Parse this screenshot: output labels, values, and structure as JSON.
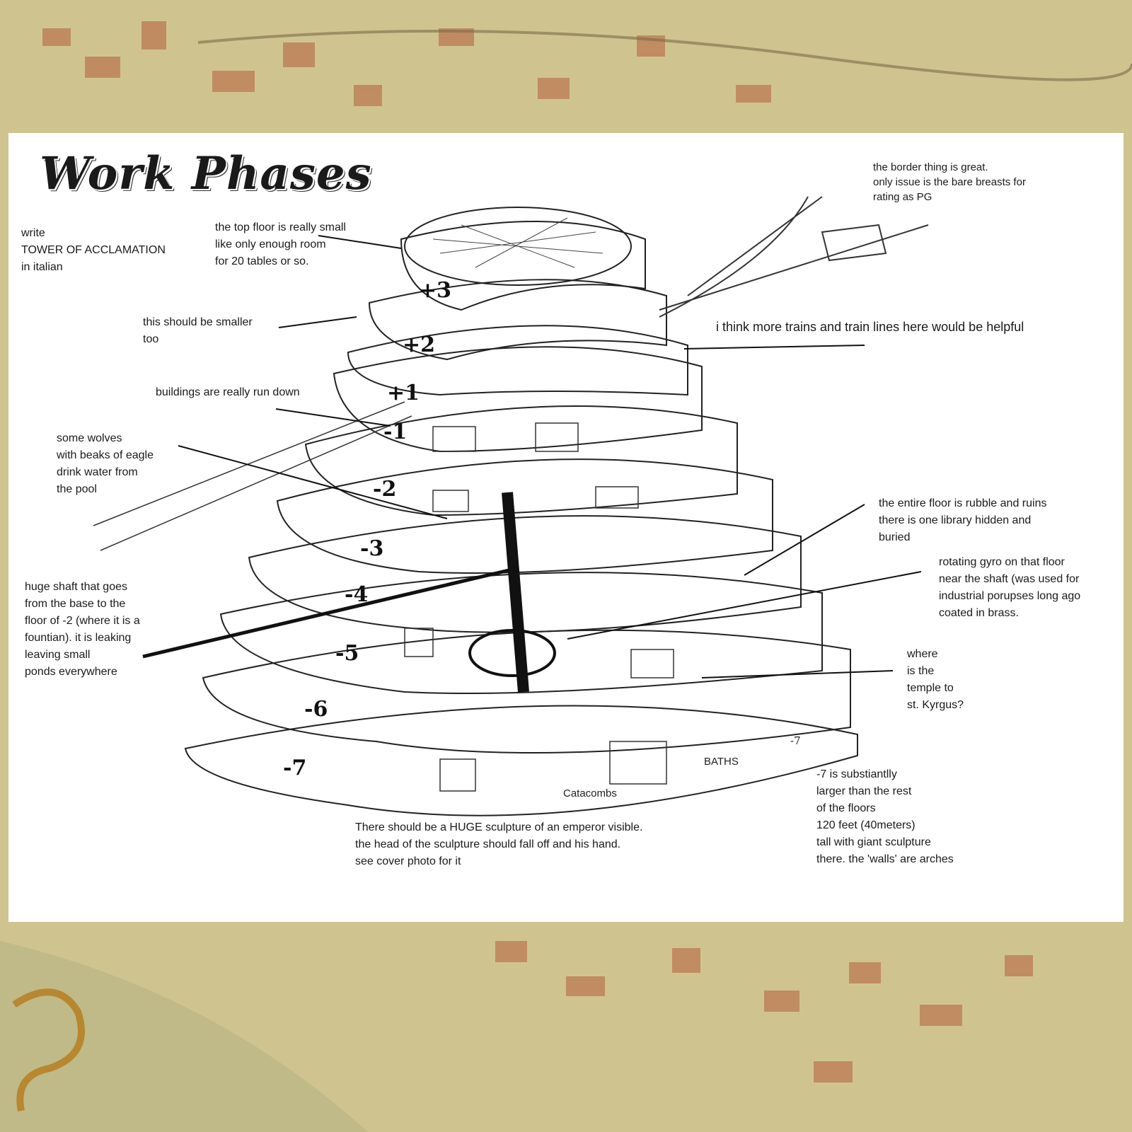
{
  "title": "Work Phases",
  "notes": {
    "write": "write\nTOWER OF ACCLAMATION\nin italian",
    "top_floor": "the top floor is really small\nlike only enough room\nfor 20 tables or so.",
    "smaller": "this should be smaller\ntoo",
    "run_down": "buildings are really run down",
    "wolves": "some wolves\nwith beaks of eagle\ndrink water from\nthe pool",
    "shaft": "huge shaft that goes\nfrom the base to the\nfloor of -2 (where it is a\nfountian). it is leaking\nleaving small\nponds everywhere",
    "border": "the border thing is great.\nonly issue is the bare breasts for\nrating as PG",
    "trains": "i think more trains and train lines here would be helpful",
    "rubble": "the entire floor is rubble and ruins\nthere is one library hidden and\nburied",
    "gyro": "rotating gyro on that floor\nnear the shaft (was used for\nindustrial porupses long ago\ncoated in brass.",
    "temple": "where\nis the\ntemple to\nst. Kyrgus?",
    "minus7": "-7 is substiantlly\nlarger than the rest\nof the floors\n120 feet (40meters)\ntall with giant sculpture\nthere. the 'walls' are arches",
    "sculpture": "There should be a HUGE sculpture of an emperor visible.\nthe head of the sculpture should fall off and his hand.\nsee cover photo for it"
  },
  "floors": [
    "+3",
    "+2",
    "+1",
    "-1",
    "-2",
    "-3",
    "-4",
    "-5",
    "-6",
    "-7"
  ],
  "tags": {
    "baths": "BATHS",
    "catacombs": "Catacombs",
    "minus7_right": "-7"
  }
}
